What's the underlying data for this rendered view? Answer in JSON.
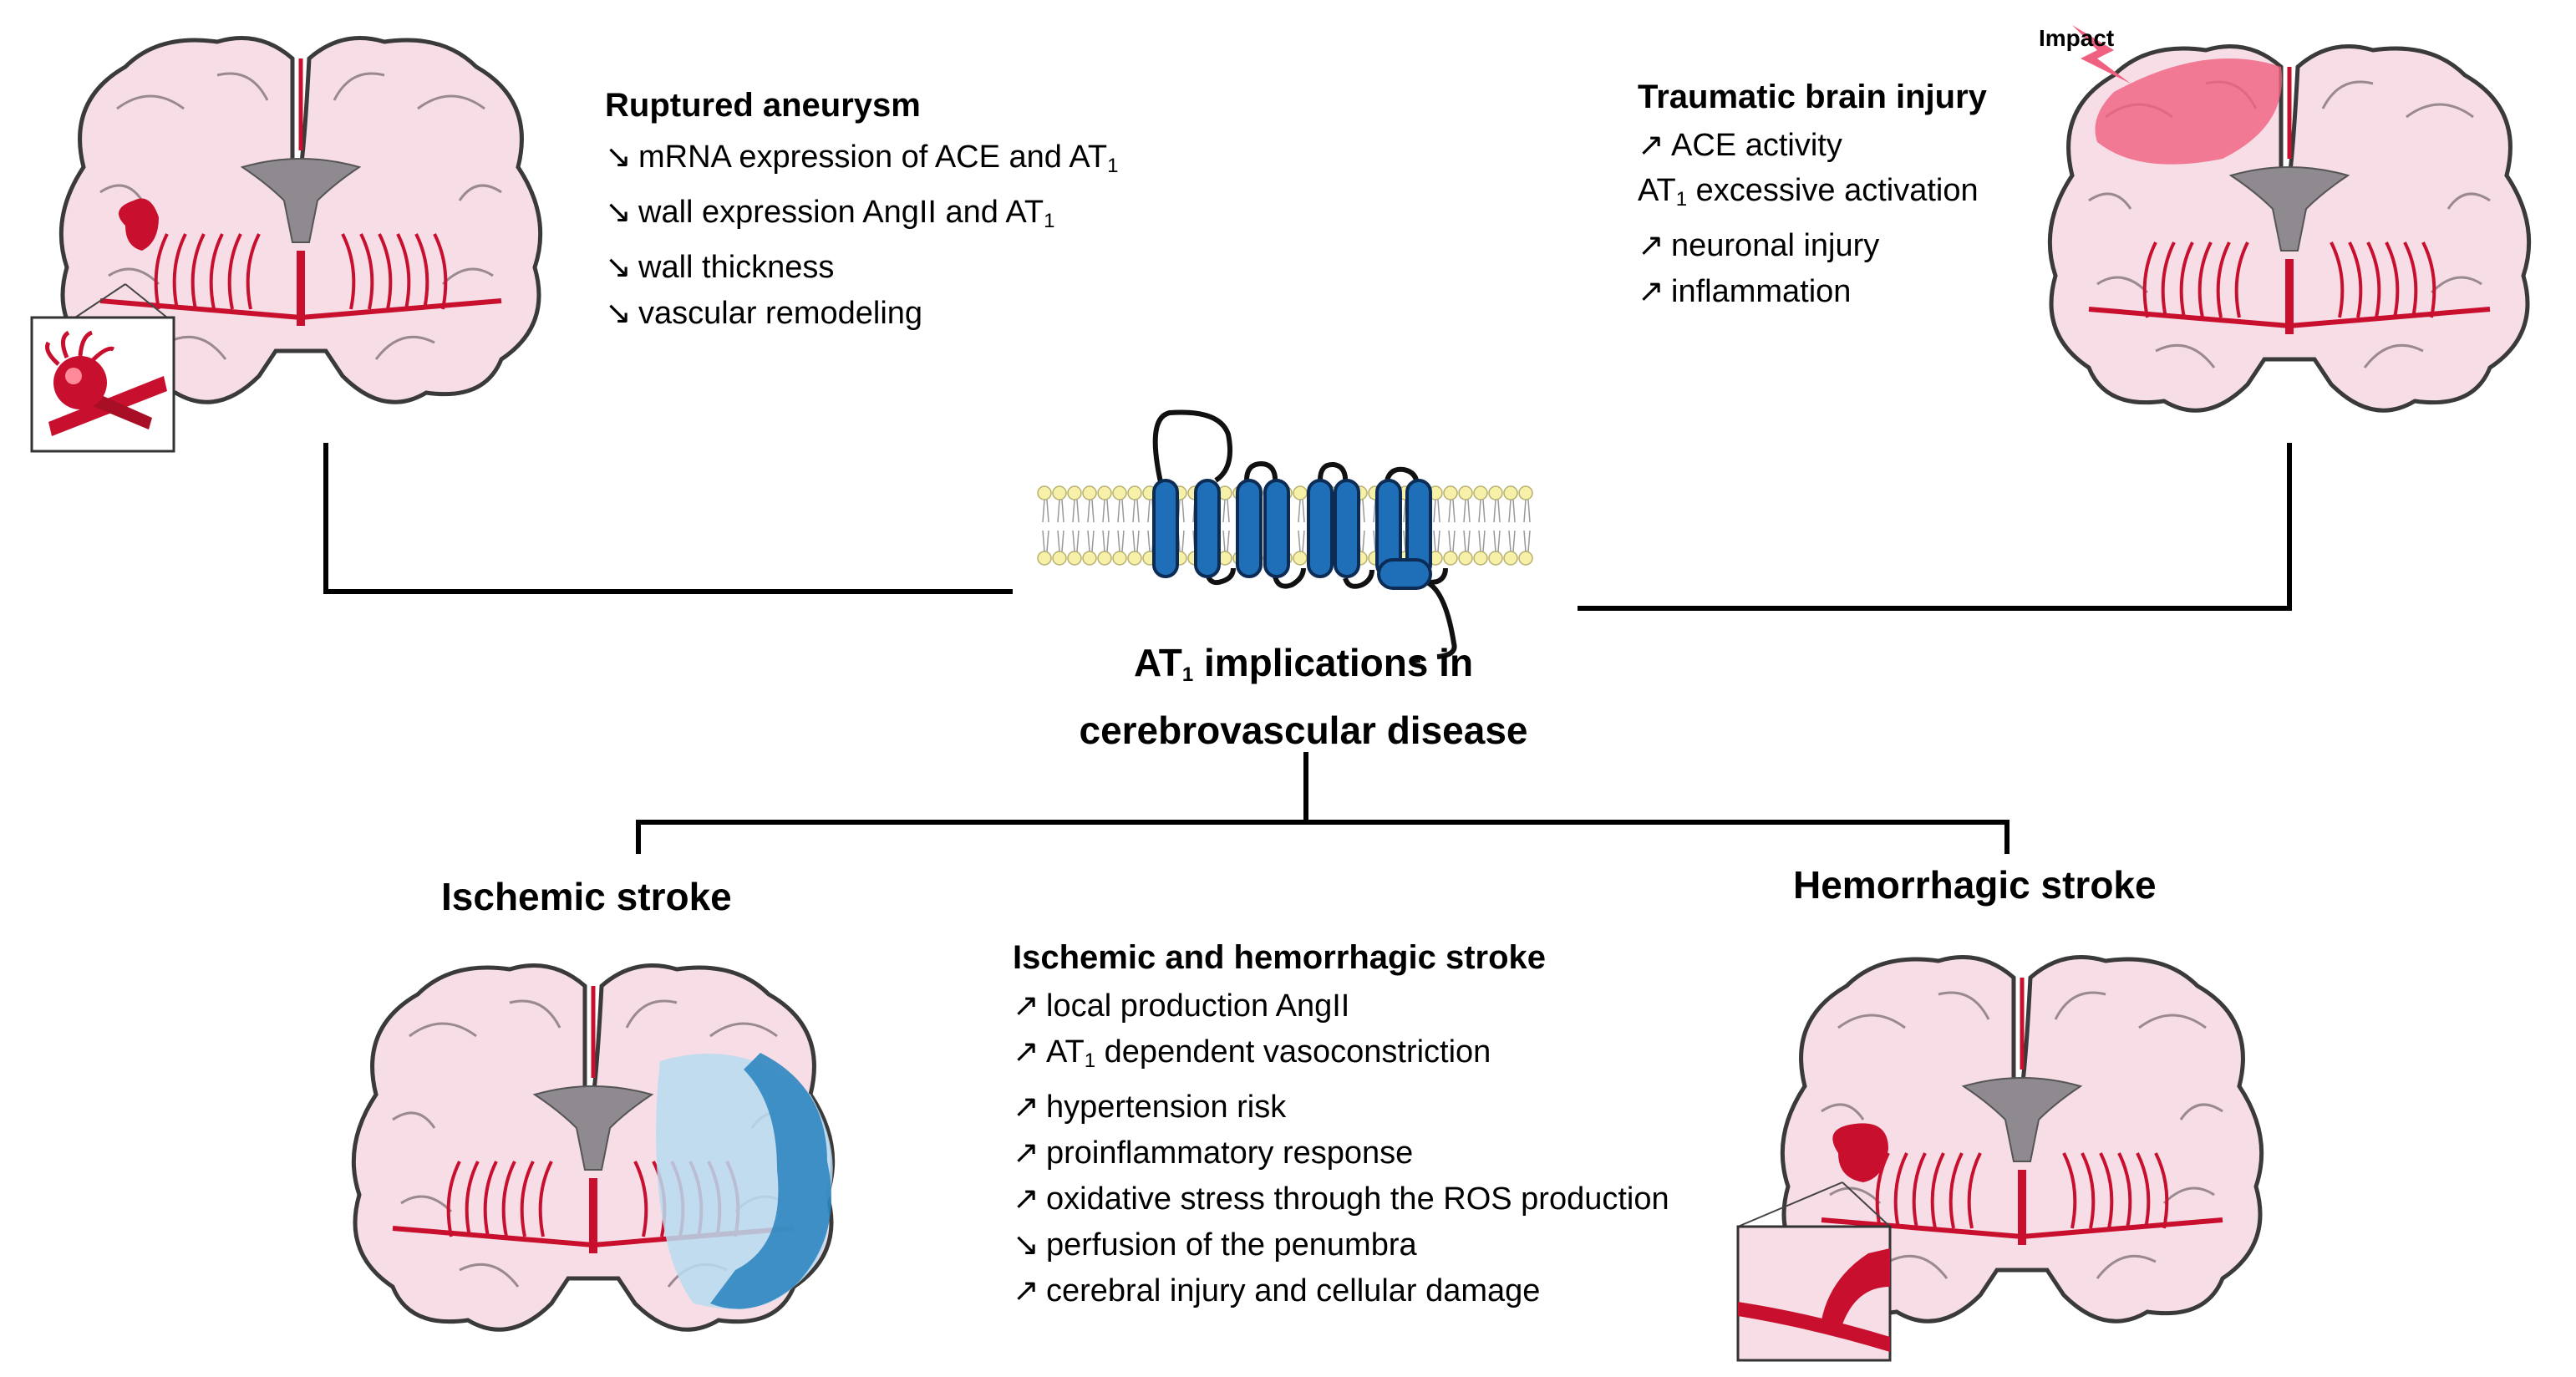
{
  "center": {
    "title_line1_pre": "AT",
    "title_line1_sub": "1",
    "title_line1_post": " implications in",
    "title_line2": "cerebrovascular disease"
  },
  "ruptured": {
    "heading": "Ruptured aneurysm",
    "items": [
      {
        "arrow": "↘",
        "pre": "mRNA expression of ACE and AT",
        "sub": "1",
        "post": ""
      },
      {
        "arrow": "↘",
        "pre": "wall expression AngII and AT",
        "sub": "1",
        "post": ""
      },
      {
        "arrow": "↘",
        "pre": "wall thickness",
        "sub": "",
        "post": ""
      },
      {
        "arrow": "↘",
        "pre": "vascular remodeling",
        "sub": "",
        "post": ""
      }
    ]
  },
  "tbi": {
    "heading": "Traumatic brain injury",
    "impact_label": "Impact",
    "items": [
      {
        "arrow": "↗",
        "pre": "ACE activity",
        "sub": "",
        "post": ""
      },
      {
        "arrow": "",
        "pre": "AT",
        "sub": "1",
        "post": " excessive activation"
      },
      {
        "arrow": "↗",
        "pre": "neuronal injury",
        "sub": "",
        "post": ""
      },
      {
        "arrow": "↗",
        "pre": "inflammation",
        "sub": "",
        "post": ""
      }
    ]
  },
  "ischemic": {
    "heading": "Ischemic stroke"
  },
  "hemorrhagic": {
    "heading": "Hemorrhagic stroke"
  },
  "both": {
    "heading": "Ischemic and hemorrhagic stroke",
    "items": [
      {
        "arrow": "↗",
        "pre": "local production AngII",
        "sub": "",
        "post": ""
      },
      {
        "arrow": "↗",
        "pre": "AT",
        "sub": "1",
        "post": " dependent vasoconstriction"
      },
      {
        "arrow": "↗",
        "pre": "hypertension risk",
        "sub": "",
        "post": ""
      },
      {
        "arrow": "↗",
        "pre": "proinflammatory response",
        "sub": "",
        "post": ""
      },
      {
        "arrow": "↗",
        "pre": "oxidative stress through the ROS production",
        "sub": "",
        "post": ""
      },
      {
        "arrow": "↘",
        "pre": "perfusion of the penumbra",
        "sub": "",
        "post": ""
      },
      {
        "arrow": "↗",
        "pre": "cerebral injury and cellular damage",
        "sub": "",
        "post": ""
      }
    ]
  },
  "colors": {
    "brain_fill": "#f6dde6",
    "brain_stroke": "#3a3a3a",
    "vessel": "#c8102e",
    "ventricle": "#8e8a90",
    "ischemia_light": "#b9dcf0",
    "ischemia_dark": "#2f86c0",
    "receptor": "#1f6fb8",
    "impact": "#f06080",
    "connector": "#000000"
  }
}
